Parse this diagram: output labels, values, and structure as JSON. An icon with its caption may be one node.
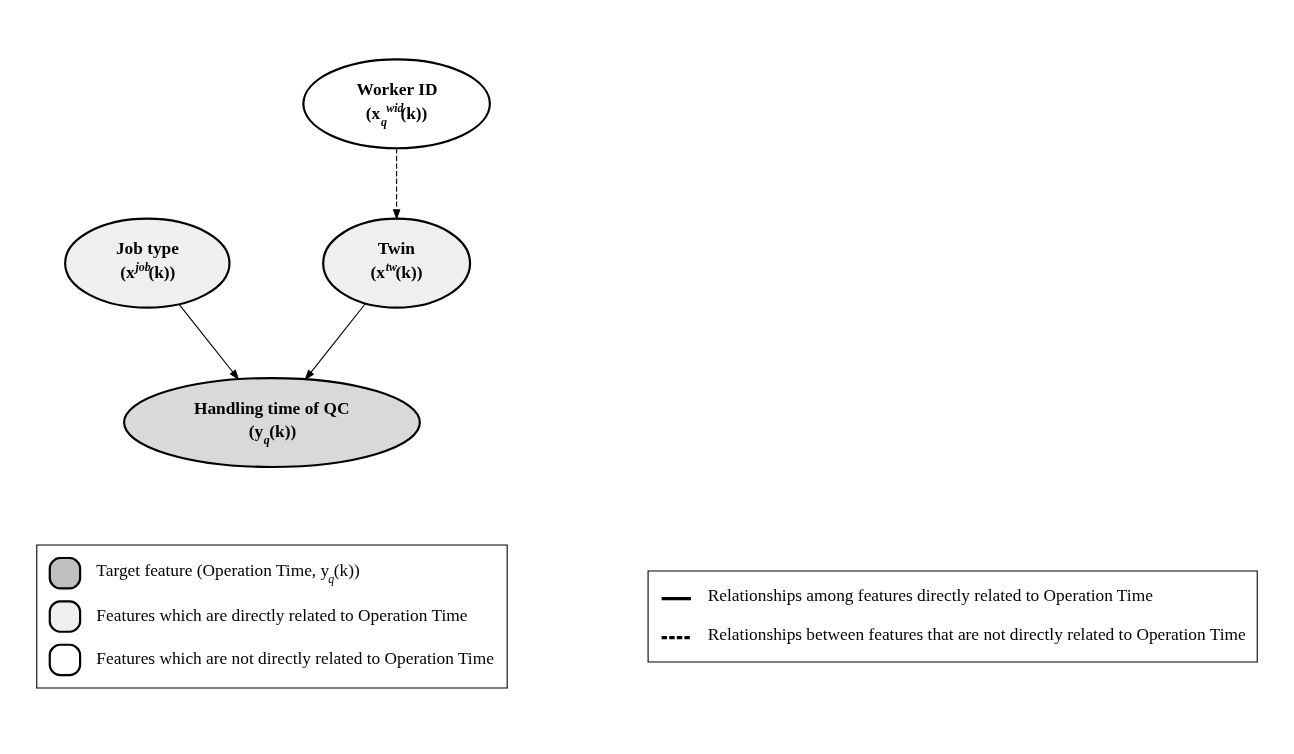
{
  "diagram": {
    "nodes": [
      {
        "text": [
          "Worker ID",
          "(x$_{q}$$^{wid}$(k))"
        ]
      },
      {
        "text": [
          "Job type",
          "(x$^{job}$(k))"
        ]
      },
      {
        "text": [
          "Twin",
          "(x$^{tw}$(k))"
        ]
      },
      {
        "text": [
          "Handling time of QC",
          "(y$_{q}$(k))"
        ]
      }
    ],
    "edges": [
      {
        "from": 0,
        "to": 2,
        "arrow": "to",
        "style": "dashed"
      },
      {
        "from": 1,
        "to": 3,
        "arrow": "to"
      },
      {
        "from": 2,
        "to": 3,
        "arrow": "to"
      }
    ],
    "legend": [
      {
        "text": "Target feature (Operation Time, y$_{q}$(k))",
        "color": "#bfbfbf"
      },
      {
        "text": "Features which are directly related to Operation Time",
        "color": "#efefef"
      },
      {
        "text": "Features which are not directly related to Operation Time",
        "color": "#ffffff"
      },
      {
        "text": "Relationships among features directly related to Operation Time"
      },
      {
        "text": "Relationships between features that are not directly related to Operation Time"
      }
    ]
  }
}
